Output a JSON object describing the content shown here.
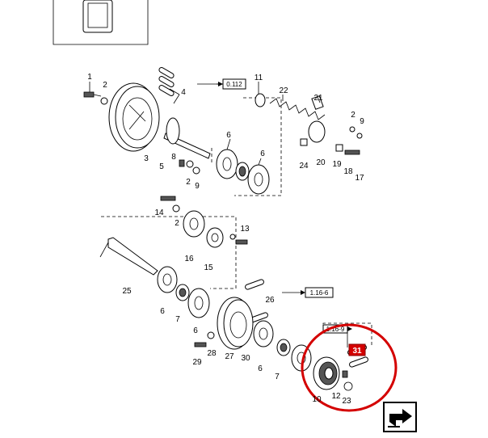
{
  "diagram": {
    "part_numbers": [
      "1",
      "2",
      "3",
      "4",
      "5",
      "6",
      "7",
      "8",
      "9",
      "10",
      "11",
      "12",
      "13",
      "14",
      "15",
      "16",
      "17",
      "18",
      "19",
      "20",
      "21",
      "22",
      "23",
      "24",
      "25",
      "26",
      "27",
      "28",
      "29",
      "30",
      "31"
    ],
    "labels": {
      "p1": "1",
      "p2a": "2",
      "p3": "3",
      "p4": "4",
      "p5": "5",
      "p6a": "6",
      "p6b": "6",
      "p8": "8",
      "p2b": "2",
      "p9a": "9",
      "p11": "11",
      "p22": "22",
      "p21": "21",
      "p2c": "2",
      "p9b": "9",
      "p24": "24",
      "p20": "20",
      "p19": "19",
      "p18": "18",
      "p17": "17",
      "p14": "14",
      "p2d": "2",
      "p13": "13",
      "p16": "16",
      "p15": "15",
      "p25": "25",
      "p6c": "6",
      "p7a": "7",
      "p6d": "6",
      "p26": "26",
      "p28": "28",
      "p29": "29",
      "p27": "27",
      "p30": "30",
      "p6e": "6",
      "p7b": "7",
      "p10": "10",
      "p12": "12",
      "p23": "23",
      "p31": "31"
    },
    "refs": {
      "top": "0.112",
      "mid": "1.16-6",
      "low": "1.16-9"
    },
    "highlight_color": "#d40000",
    "nav_icon": "next-page-arrow-icon"
  }
}
